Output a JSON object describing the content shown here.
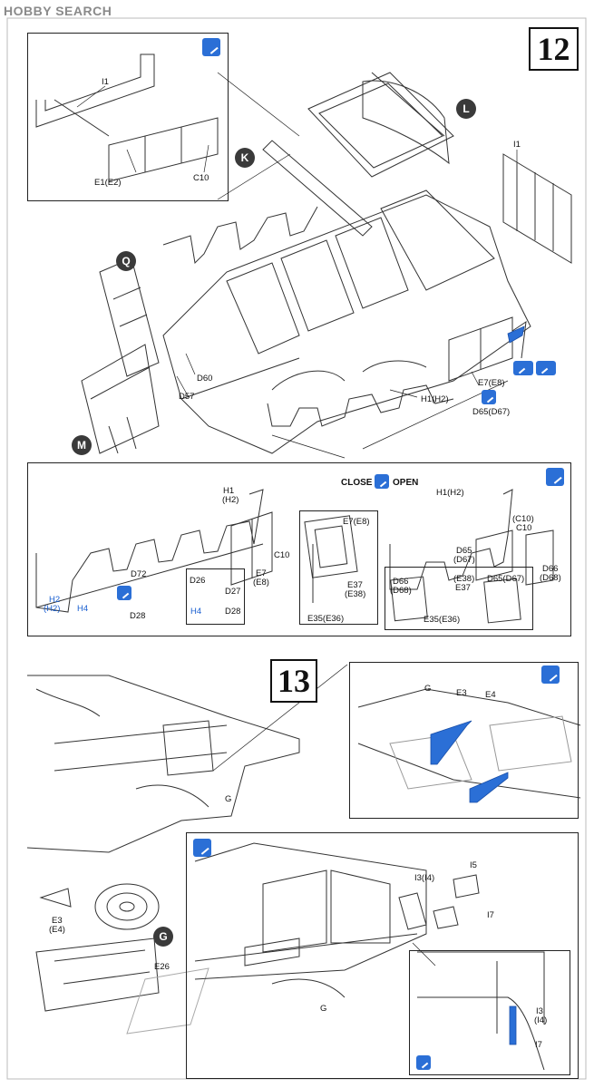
{
  "watermark": "HOBBY SEARCH",
  "steps": {
    "step12": "12",
    "step13": "13"
  },
  "callouts": {
    "K": "K",
    "L": "L",
    "Q": "Q",
    "M": "M",
    "G": "G"
  },
  "step12": {
    "top_inset": {
      "i1": "I1",
      "e1": "E1(E2)",
      "c10": "C10"
    },
    "main": {
      "i1_right": "I1",
      "d60": "D60",
      "d57": "D57",
      "h1": "H1(H2)",
      "e7": "E7(E8)",
      "d65": "D65(D67)"
    },
    "bottom": {
      "close": "CLOSE",
      "open": "OPEN",
      "h1_a": "H1",
      "h1_b": "(H2)",
      "c10": "C10",
      "e7_a": "E7",
      "e7_b": "(E8)",
      "d72": "D72",
      "h2_a": "H2",
      "h2_b": "(H2)",
      "h4": "H4",
      "d28": "D28",
      "sub_d26": "D26",
      "sub_d27": "D27",
      "sub_h4": "H4",
      "sub_d28": "D28",
      "sub2_e7": "E7(E8)",
      "sub2_e37": "E37",
      "sub2_e38": "(E38)",
      "sub2_e35": "E35(E36)",
      "r_h1": "H1(H2)",
      "r_c10a": "(C10)",
      "r_c10b": "C10",
      "r_d65a": "D65",
      "r_d65b": "(D67)",
      "r_d66a": "D66",
      "r_d66b": "(D68)",
      "r_sub_d66a": "D66",
      "r_sub_d66b": "(D68)",
      "r_sub_e38": "(E38)",
      "r_sub_e37": "E37",
      "r_sub_d65": "D65(D67)",
      "r_sub_e35": "E35(E36)"
    }
  },
  "step13": {
    "g_main": "G",
    "e3_main": "E3",
    "e4_main": "(E4)",
    "e26": "E26",
    "top_inset": {
      "g": "G",
      "e3": "E3",
      "e4": "E4"
    },
    "bottom_inset": {
      "i5": "I5",
      "i3": "I3(I4)",
      "i7": "I7",
      "g": "G"
    },
    "small_inset": {
      "i3": "I3",
      "i4": "(I4)",
      "i7": "I7"
    }
  },
  "colors": {
    "accent_blue": "#2b6fd6",
    "line": "#222222",
    "callout": "#3a3a3a"
  }
}
